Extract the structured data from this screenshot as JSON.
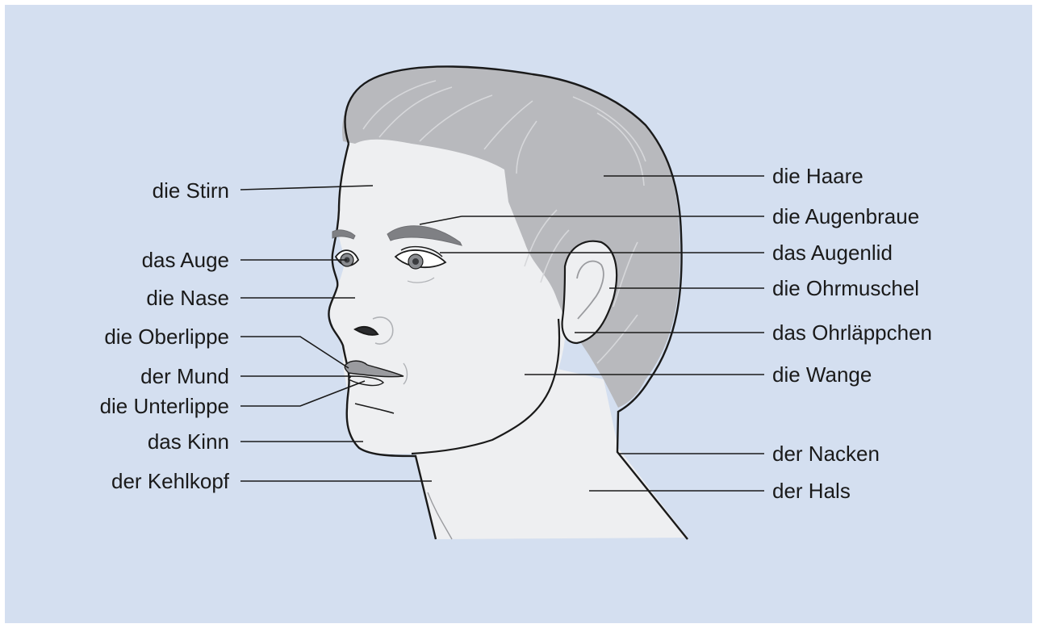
{
  "diagram": {
    "colors": {
      "background": "#d4dff0",
      "hair": "#b8b9bd",
      "skin": "#eeeff1",
      "outline": "#1a1a1a",
      "brow": "#7f8084",
      "iris": "#8a8c90"
    },
    "left_labels": [
      {
        "id": "stirn",
        "text": "die Stirn"
      },
      {
        "id": "auge",
        "text": "das Auge"
      },
      {
        "id": "nase",
        "text": "die Nase"
      },
      {
        "id": "oberlippe",
        "text": "die Oberlippe"
      },
      {
        "id": "mund",
        "text": "der Mund"
      },
      {
        "id": "unterlippe",
        "text": "die Unterlippe"
      },
      {
        "id": "kinn",
        "text": "das Kinn"
      },
      {
        "id": "kehlkopf",
        "text": "der Kehlkopf"
      }
    ],
    "right_labels": [
      {
        "id": "haare",
        "text": "die Haare"
      },
      {
        "id": "augenbraue",
        "text": "die Augenbraue"
      },
      {
        "id": "augenlid",
        "text": "das Augenlid"
      },
      {
        "id": "ohrmuschel",
        "text": "die Ohrmuschel"
      },
      {
        "id": "ohrlaeppchen",
        "text": "das Ohrläppchen"
      },
      {
        "id": "wange",
        "text": "die Wange"
      },
      {
        "id": "nacken",
        "text": "der Nacken"
      },
      {
        "id": "hals",
        "text": "der Hals"
      }
    ]
  }
}
